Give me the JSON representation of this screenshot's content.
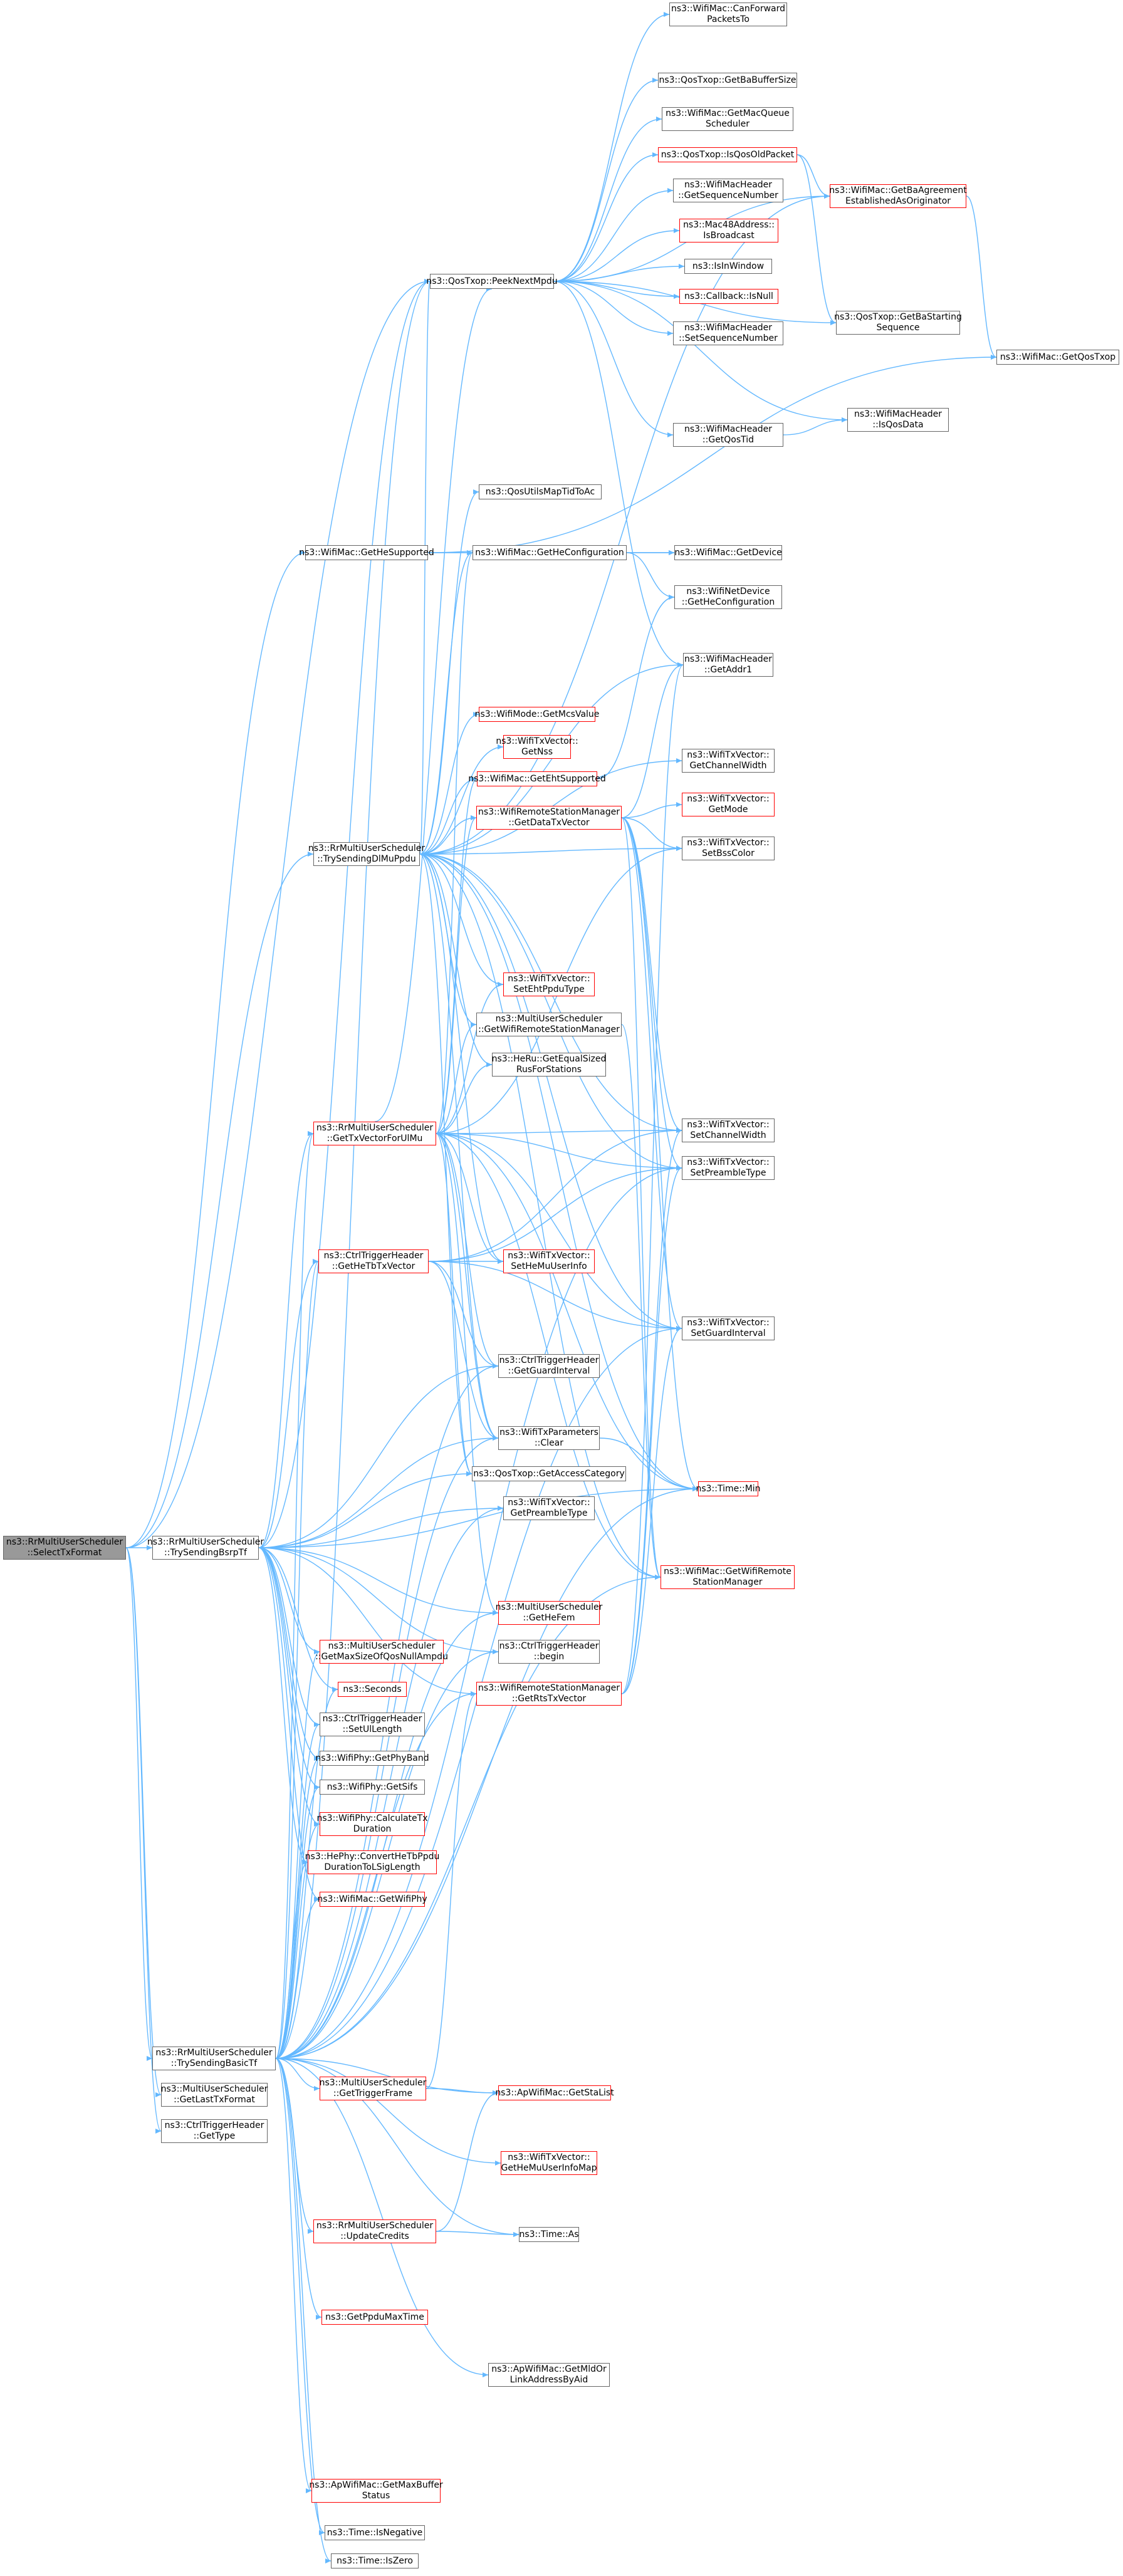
{
  "colors": {
    "edge": "#63b8ff",
    "border": "#666666",
    "border_red": "#ff0000",
    "root_fill": "#999999"
  },
  "nodes": {
    "n0": {
      "label": "ns3::RrMultiUserScheduler\n::SelectTxFormat",
      "red": false,
      "root": true
    },
    "n1": {
      "label": "ns3::QosTxop::PeekNextMpdu",
      "red": false
    },
    "n2": {
      "label": "ns3::WifiMac::GetHeSupported",
      "red": false
    },
    "n3": {
      "label": "ns3::RrMultiUserScheduler\n::TrySendingDlMuPpdu",
      "red": false
    },
    "n4": {
      "label": "ns3::RrMultiUserScheduler\n::TrySendingBsrpTf",
      "red": false
    },
    "n5": {
      "label": "ns3::RrMultiUserScheduler\n::TrySendingBasicTf",
      "red": false
    },
    "n6": {
      "label": "ns3::MultiUserScheduler\n::GetLastTxFormat",
      "red": false
    },
    "n7": {
      "label": "ns3::CtrlTriggerHeader\n::GetType",
      "red": false
    },
    "n8": {
      "label": "ns3::WifiMac::CanForward\nPacketsTo",
      "red": false
    },
    "n9": {
      "label": "ns3::QosTxop::GetBaBufferSize",
      "red": false
    },
    "n10": {
      "label": "ns3::WifiMac::GetMacQueue\nScheduler",
      "red": false
    },
    "n11": {
      "label": "ns3::QosTxop::IsQosOldPacket",
      "red": true
    },
    "n12": {
      "label": "ns3::WifiMacHeader\n::GetSequenceNumber",
      "red": false
    },
    "n13": {
      "label": "ns3::Mac48Address::\nIsBroadcast",
      "red": true
    },
    "n14": {
      "label": "ns3::IsInWindow",
      "red": false
    },
    "n15": {
      "label": "ns3::Callback::IsNull",
      "red": true
    },
    "n16": {
      "label": "ns3::WifiMacHeader\n::SetSequenceNumber",
      "red": false
    },
    "n17": {
      "label": "ns3::WifiMacHeader\n::GetQosTid",
      "red": false
    },
    "n18": {
      "label": "ns3::WifiMac::GetBaAgreement\nEstablishedAsOriginator",
      "red": true
    },
    "n19": {
      "label": "ns3::QosTxop::GetBaStarting\nSequence",
      "red": false
    },
    "n20": {
      "label": "ns3::WifiMacHeader\n::IsQosData",
      "red": false
    },
    "n21": {
      "label": "ns3::WifiMac::GetQosTxop",
      "red": false
    },
    "n22": {
      "label": "ns3::QosUtilsMapTidToAc",
      "red": false
    },
    "n23": {
      "label": "ns3::WifiMac::GetHeConfiguration",
      "red": false
    },
    "n24": {
      "label": "ns3::WifiMac::GetDevice",
      "red": false
    },
    "n25": {
      "label": "ns3::WifiNetDevice\n::GetHeConfiguration",
      "red": false
    },
    "n26": {
      "label": "ns3::WifiMacHeader\n::GetAddr1",
      "red": false
    },
    "n27": {
      "label": "ns3::WifiMode::GetMcsValue",
      "red": true
    },
    "n28": {
      "label": "ns3::WifiTxVector::\nGetNss",
      "red": true
    },
    "n29": {
      "label": "ns3::WifiTxVector::\nGetChannelWidth",
      "red": false
    },
    "n30": {
      "label": "ns3::WifiMac::GetEhtSupported",
      "red": true
    },
    "n31": {
      "label": "ns3::WifiRemoteStationManager\n::GetDataTxVector",
      "red": true
    },
    "n32": {
      "label": "ns3::WifiTxVector::\nGetMode",
      "red": true
    },
    "n33": {
      "label": "ns3::WifiTxVector::\nSetBssColor",
      "red": false
    },
    "n34": {
      "label": "ns3::WifiTxVector::\nSetEhtPpduType",
      "red": true
    },
    "n35": {
      "label": "ns3::MultiUserScheduler\n::GetWifiRemoteStationManager",
      "red": false
    },
    "n36": {
      "label": "ns3::HeRu::GetEqualSized\nRusForStations",
      "red": false
    },
    "n37": {
      "label": "ns3::RrMultiUserScheduler\n::GetTxVectorForUlMu",
      "red": true
    },
    "n38": {
      "label": "ns3::WifiTxVector::\nSetChannelWidth",
      "red": false
    },
    "n39": {
      "label": "ns3::WifiTxVector::\nSetPreambleType",
      "red": false
    },
    "n40": {
      "label": "ns3::CtrlTriggerHeader\n::GetHeTbTxVector",
      "red": true
    },
    "n41": {
      "label": "ns3::WifiTxVector::\nSetHeMuUserInfo",
      "red": true
    },
    "n42": {
      "label": "ns3::WifiTxVector::\nSetGuardInterval",
      "red": false
    },
    "n43": {
      "label": "ns3::CtrlTriggerHeader\n::GetGuardInterval",
      "red": false
    },
    "n44": {
      "label": "ns3::WifiTxParameters\n::Clear",
      "red": false
    },
    "n45": {
      "label": "ns3::QosTxop::GetAccessCategory",
      "red": false
    },
    "n46": {
      "label": "ns3::WifiTxVector::\nGetPreambleType",
      "red": false
    },
    "n47": {
      "label": "ns3::Time::Min",
      "red": true
    },
    "n48": {
      "label": "ns3::WifiMac::GetWifiRemote\nStationManager",
      "red": true
    },
    "n49": {
      "label": "ns3::MultiUserScheduler\n::GetMaxSizeOfQosNullAmpdu",
      "red": true
    },
    "n50": {
      "label": "ns3::MultiUserScheduler\n::GetHeFem",
      "red": true
    },
    "n51": {
      "label": "ns3::Seconds",
      "red": true
    },
    "n52": {
      "label": "ns3::CtrlTriggerHeader\n::begin",
      "red": false
    },
    "n53": {
      "label": "ns3::WifiRemoteStationManager\n::GetRtsTxVector",
      "red": true
    },
    "n54": {
      "label": "ns3::CtrlTriggerHeader\n::SetUlLength",
      "red": false
    },
    "n55": {
      "label": "ns3::WifiPhy::GetPhyBand",
      "red": false
    },
    "n56": {
      "label": "ns3::WifiPhy::GetSifs",
      "red": false
    },
    "n57": {
      "label": "ns3::WifiPhy::CalculateTx\nDuration",
      "red": true
    },
    "n58": {
      "label": "ns3::HePhy::ConvertHeTbPpdu\nDurationToLSigLength",
      "red": true
    },
    "n59": {
      "label": "ns3::WifiMac::GetWifiPhy",
      "red": true
    },
    "n60": {
      "label": "ns3::MultiUserScheduler\n::GetTriggerFrame",
      "red": true
    },
    "n61": {
      "label": "ns3::ApWifiMac::GetStaList",
      "red": true
    },
    "n62": {
      "label": "ns3::WifiTxVector::\nGetHeMuUserInfoMap",
      "red": true
    },
    "n63": {
      "label": "ns3::RrMultiUserScheduler\n::UpdateCredits",
      "red": true
    },
    "n64": {
      "label": "ns3::Time::As",
      "red": false
    },
    "n65": {
      "label": "ns3::GetPpduMaxTime",
      "red": true
    },
    "n66": {
      "label": "ns3::ApWifiMac::GetMldOr\nLinkAddressByAid",
      "red": false
    },
    "n67": {
      "label": "ns3::ApWifiMac::GetMaxBuffer\nStatus",
      "red": true
    },
    "n68": {
      "label": "ns3::Time::IsNegative",
      "red": false
    },
    "n69": {
      "label": "ns3::Time::IsZero",
      "red": false
    }
  }
}
